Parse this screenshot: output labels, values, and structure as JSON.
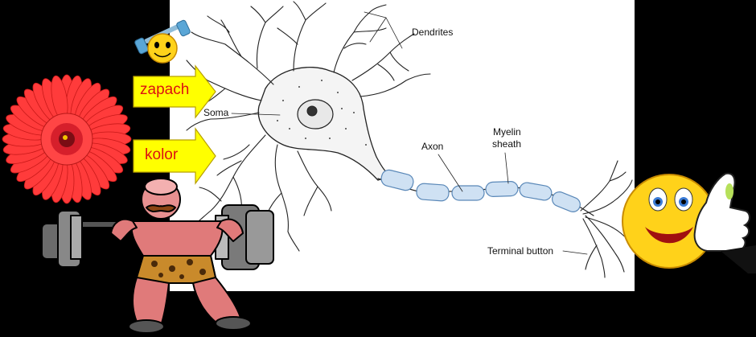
{
  "arrows": {
    "smell": "zapach",
    "color": "kolor"
  },
  "neuron_labels": {
    "dendrites": "Dendrites",
    "soma": "Soma",
    "axon": "Axon",
    "myelin_line1": "Myelin",
    "myelin_line2": "sheath",
    "terminal": "Terminal button"
  },
  "colors": {
    "arrow_fill": "#ffff00",
    "arrow_text": "#dd1111",
    "flower_petals": "#ff3b3b",
    "myelin": "#9ec3e6",
    "smiley_face": "#ffd21a"
  },
  "icons": [
    "flower-icon",
    "weightlifter-icon",
    "smiley-dumbbell-icon",
    "smiley-thumbs-up-icon",
    "neuron-icon"
  ]
}
